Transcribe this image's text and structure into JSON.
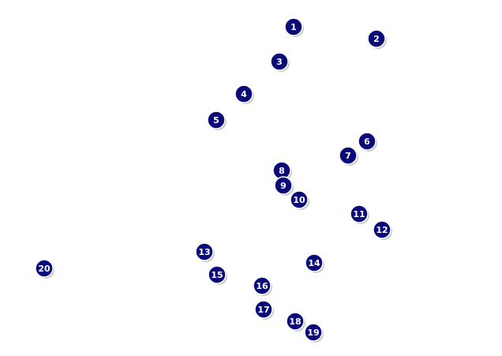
{
  "colors": {
    "marker_fill": "#0a0a7a",
    "marker_stroke": "#ffffff",
    "marker_shadow": "#9a9a9a",
    "label_color": "#ffffff",
    "background": "#ffffff"
  },
  "markers": [
    {
      "label": "1"
    },
    {
      "label": "2"
    },
    {
      "label": "3"
    },
    {
      "label": "4"
    },
    {
      "label": "5"
    },
    {
      "label": "6"
    },
    {
      "label": "7"
    },
    {
      "label": "8"
    },
    {
      "label": "9"
    },
    {
      "label": "10"
    },
    {
      "label": "11"
    },
    {
      "label": "12"
    },
    {
      "label": "13"
    },
    {
      "label": "14"
    },
    {
      "label": "15"
    },
    {
      "label": "16"
    },
    {
      "label": "17"
    },
    {
      "label": "18"
    },
    {
      "label": "19"
    },
    {
      "label": "20"
    }
  ]
}
